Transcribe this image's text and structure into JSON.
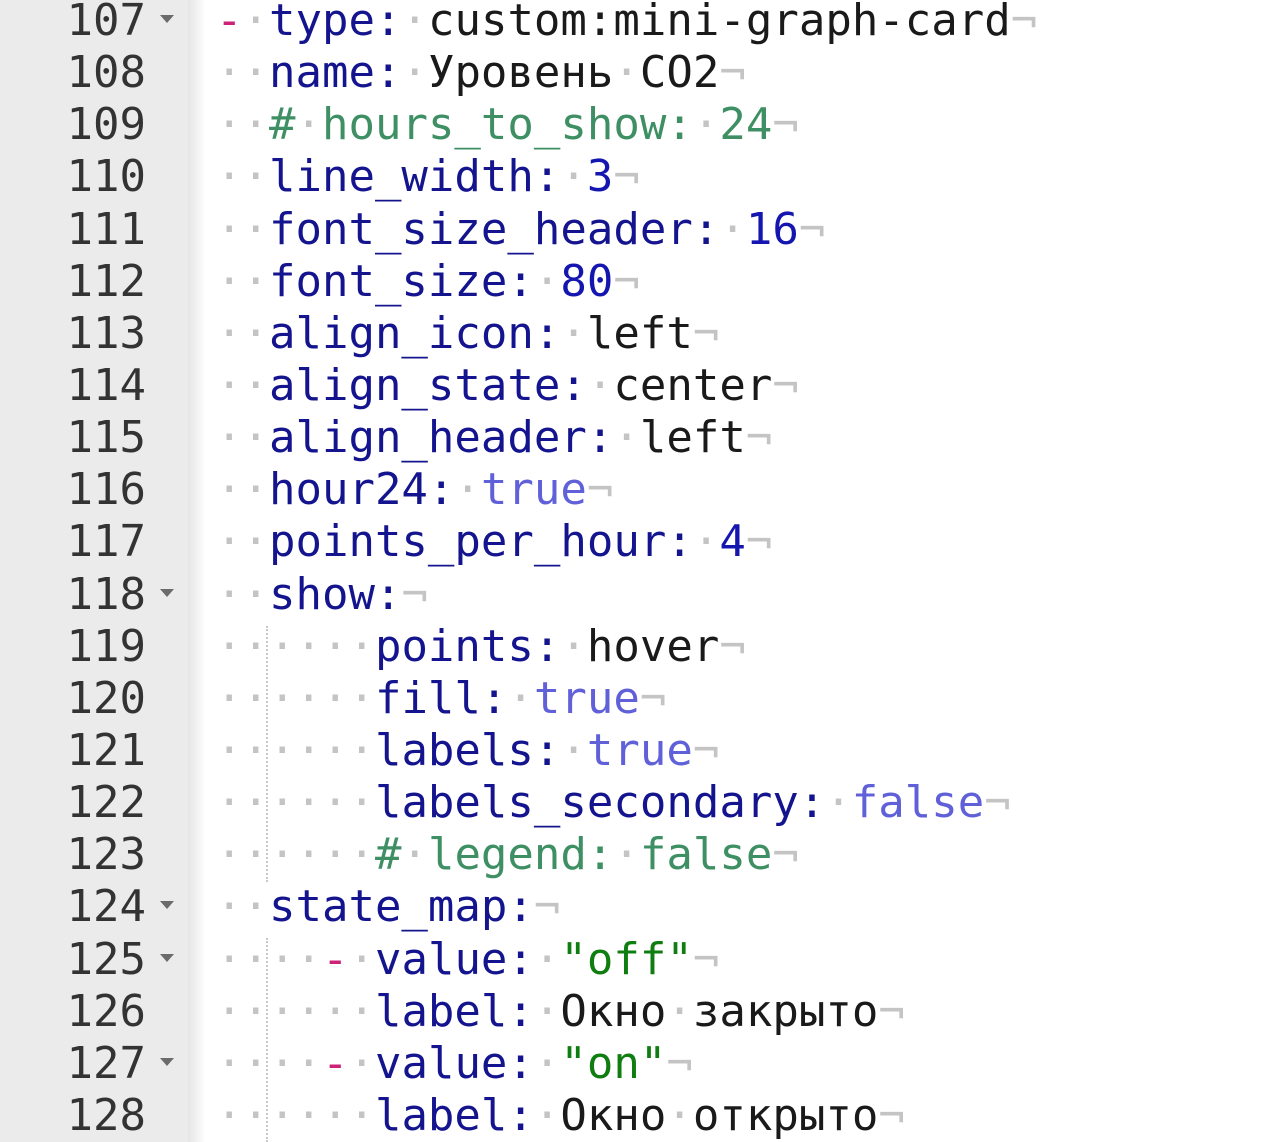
{
  "editor": {
    "language": "yaml",
    "lines": [
      {
        "num": "107",
        "fold": true,
        "parts": [
          [
            "d",
            "-"
          ],
          [
            "ws",
            "·"
          ],
          [
            "k",
            "type"
          ],
          [
            "p",
            ":"
          ],
          [
            "ws",
            "·"
          ],
          [
            "v",
            "custom:mini-graph-card"
          ],
          [
            "eol",
            "¬"
          ]
        ]
      },
      {
        "num": "108",
        "fold": false,
        "parts": [
          [
            "ws",
            "··"
          ],
          [
            "k",
            "name"
          ],
          [
            "p",
            ":"
          ],
          [
            "ws",
            "·"
          ],
          [
            "v",
            "Уровень"
          ],
          [
            "ws",
            "·"
          ],
          [
            "v",
            "CO2"
          ],
          [
            "eol",
            "¬"
          ]
        ]
      },
      {
        "num": "109",
        "fold": false,
        "parts": [
          [
            "ws",
            "··"
          ],
          [
            "c",
            "#"
          ],
          [
            "ws",
            "·"
          ],
          [
            "c",
            "hours_to_show:"
          ],
          [
            "ws",
            "·"
          ],
          [
            "c",
            "24"
          ],
          [
            "eol",
            "¬"
          ]
        ]
      },
      {
        "num": "110",
        "fold": false,
        "parts": [
          [
            "ws",
            "··"
          ],
          [
            "k",
            "line_width"
          ],
          [
            "p",
            ":"
          ],
          [
            "ws",
            "·"
          ],
          [
            "n",
            "3"
          ],
          [
            "eol",
            "¬"
          ]
        ]
      },
      {
        "num": "111",
        "fold": false,
        "parts": [
          [
            "ws",
            "··"
          ],
          [
            "k",
            "font_size_header"
          ],
          [
            "p",
            ":"
          ],
          [
            "ws",
            "·"
          ],
          [
            "n",
            "16"
          ],
          [
            "eol",
            "¬"
          ]
        ]
      },
      {
        "num": "112",
        "fold": false,
        "parts": [
          [
            "ws",
            "··"
          ],
          [
            "k",
            "font_size"
          ],
          [
            "p",
            ":"
          ],
          [
            "ws",
            "·"
          ],
          [
            "n",
            "80"
          ],
          [
            "eol",
            "¬"
          ]
        ]
      },
      {
        "num": "113",
        "fold": false,
        "parts": [
          [
            "ws",
            "··"
          ],
          [
            "k",
            "align_icon"
          ],
          [
            "p",
            ":"
          ],
          [
            "ws",
            "·"
          ],
          [
            "v",
            "left"
          ],
          [
            "eol",
            "¬"
          ]
        ]
      },
      {
        "num": "114",
        "fold": false,
        "parts": [
          [
            "ws",
            "··"
          ],
          [
            "k",
            "align_state"
          ],
          [
            "p",
            ":"
          ],
          [
            "ws",
            "·"
          ],
          [
            "v",
            "center"
          ],
          [
            "eol",
            "¬"
          ]
        ]
      },
      {
        "num": "115",
        "fold": false,
        "parts": [
          [
            "ws",
            "··"
          ],
          [
            "k",
            "align_header"
          ],
          [
            "p",
            ":"
          ],
          [
            "ws",
            "·"
          ],
          [
            "v",
            "left"
          ],
          [
            "eol",
            "¬"
          ]
        ]
      },
      {
        "num": "116",
        "fold": false,
        "parts": [
          [
            "ws",
            "··"
          ],
          [
            "k",
            "hour24"
          ],
          [
            "p",
            ":"
          ],
          [
            "ws",
            "·"
          ],
          [
            "b",
            "true"
          ],
          [
            "eol",
            "¬"
          ]
        ]
      },
      {
        "num": "117",
        "fold": false,
        "parts": [
          [
            "ws",
            "··"
          ],
          [
            "k",
            "points_per_hour"
          ],
          [
            "p",
            ":"
          ],
          [
            "ws",
            "·"
          ],
          [
            "n",
            "4"
          ],
          [
            "eol",
            "¬"
          ]
        ]
      },
      {
        "num": "118",
        "fold": true,
        "parts": [
          [
            "ws",
            "··"
          ],
          [
            "k",
            "show"
          ],
          [
            "p",
            ":"
          ],
          [
            "eol",
            "¬"
          ]
        ]
      },
      {
        "num": "119",
        "fold": false,
        "parts": [
          [
            "ws",
            "······"
          ],
          [
            "k",
            "points"
          ],
          [
            "p",
            ":"
          ],
          [
            "ws",
            "·"
          ],
          [
            "v",
            "hover"
          ],
          [
            "eol",
            "¬"
          ]
        ]
      },
      {
        "num": "120",
        "fold": false,
        "parts": [
          [
            "ws",
            "······"
          ],
          [
            "k",
            "fill"
          ],
          [
            "p",
            ":"
          ],
          [
            "ws",
            "·"
          ],
          [
            "b",
            "true"
          ],
          [
            "eol",
            "¬"
          ]
        ]
      },
      {
        "num": "121",
        "fold": false,
        "parts": [
          [
            "ws",
            "······"
          ],
          [
            "k",
            "labels"
          ],
          [
            "p",
            ":"
          ],
          [
            "ws",
            "·"
          ],
          [
            "b",
            "true"
          ],
          [
            "eol",
            "¬"
          ]
        ]
      },
      {
        "num": "122",
        "fold": false,
        "parts": [
          [
            "ws",
            "······"
          ],
          [
            "k",
            "labels_secondary"
          ],
          [
            "p",
            ":"
          ],
          [
            "ws",
            "·"
          ],
          [
            "b",
            "false"
          ],
          [
            "eol",
            "¬"
          ]
        ]
      },
      {
        "num": "123",
        "fold": false,
        "parts": [
          [
            "ws",
            "······"
          ],
          [
            "c",
            "#"
          ],
          [
            "ws",
            "·"
          ],
          [
            "c",
            "legend:"
          ],
          [
            "ws",
            "·"
          ],
          [
            "c",
            "false"
          ],
          [
            "eol",
            "¬"
          ]
        ]
      },
      {
        "num": "124",
        "fold": true,
        "parts": [
          [
            "ws",
            "··"
          ],
          [
            "k",
            "state_map"
          ],
          [
            "p",
            ":"
          ],
          [
            "eol",
            "¬"
          ]
        ]
      },
      {
        "num": "125",
        "fold": true,
        "parts": [
          [
            "ws",
            "····"
          ],
          [
            "d",
            "-"
          ],
          [
            "ws",
            "·"
          ],
          [
            "k",
            "value"
          ],
          [
            "p",
            ":"
          ],
          [
            "ws",
            "·"
          ],
          [
            "s",
            "\"off\""
          ],
          [
            "eol",
            "¬"
          ]
        ]
      },
      {
        "num": "126",
        "fold": false,
        "parts": [
          [
            "ws",
            "······"
          ],
          [
            "k",
            "label"
          ],
          [
            "p",
            ":"
          ],
          [
            "ws",
            "·"
          ],
          [
            "v",
            "Окно"
          ],
          [
            "ws",
            "·"
          ],
          [
            "v",
            "закрыто"
          ],
          [
            "eol",
            "¬"
          ]
        ]
      },
      {
        "num": "127",
        "fold": true,
        "parts": [
          [
            "ws",
            "····"
          ],
          [
            "d",
            "-"
          ],
          [
            "ws",
            "·"
          ],
          [
            "k",
            "value"
          ],
          [
            "p",
            ":"
          ],
          [
            "ws",
            "·"
          ],
          [
            "s",
            "\"on\""
          ],
          [
            "eol",
            "¬"
          ]
        ]
      },
      {
        "num": "128",
        "fold": false,
        "parts": [
          [
            "ws",
            "······"
          ],
          [
            "k",
            "label"
          ],
          [
            "p",
            ":"
          ],
          [
            "ws",
            "·"
          ],
          [
            "v",
            "Окно"
          ],
          [
            "ws",
            "·"
          ],
          [
            "v",
            "открыто"
          ],
          [
            "eol",
            "¬"
          ]
        ]
      }
    ]
  },
  "colors": {
    "gutter": "#ebebeb",
    "key": "#14148f",
    "number": "#1515b0",
    "boolean": "#6060d8",
    "comment": "#3e8f63",
    "string": "#0f7d0f",
    "dash": "#cc2277",
    "whitespace": "#c4c4c4"
  }
}
